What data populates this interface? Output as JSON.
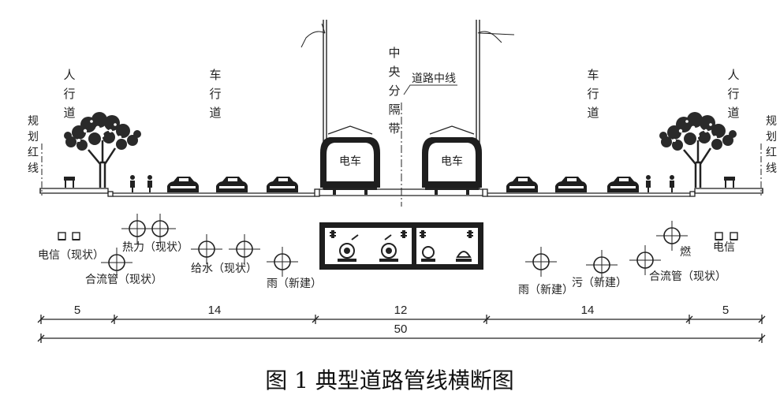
{
  "zones": {
    "sidewalk_left": [
      "人",
      "行",
      "道"
    ],
    "carriageway_left": [
      "车",
      "行",
      "道"
    ],
    "median": [
      "中",
      "央",
      "分",
      "隔",
      "带"
    ],
    "carriageway_right": [
      "车",
      "行",
      "道"
    ],
    "sidewalk_right": [
      "人",
      "行",
      "道"
    ]
  },
  "red_line_left": [
    "规",
    "划",
    "红",
    "线"
  ],
  "red_line_right": [
    "规",
    "划",
    "红",
    "线"
  ],
  "centerline_label": "道路中线",
  "tram_label": "电车",
  "pipelines": {
    "telecom_left": "电信（现状）",
    "heating": "热力（现状）",
    "combined_left": "合流管（现状）",
    "water": "给水（现状）",
    "rain_left": "雨（新建）",
    "rain_right": "雨（新建）",
    "sewage": "污（新建）",
    "combined_right": "合流管（现状）",
    "gas": "燃",
    "telecom_right": "电信"
  },
  "dimensions": {
    "segments": [
      "5",
      "14",
      "12",
      "14",
      "5"
    ],
    "total": "50"
  },
  "caption": "图 1 典型道路管线横断图"
}
